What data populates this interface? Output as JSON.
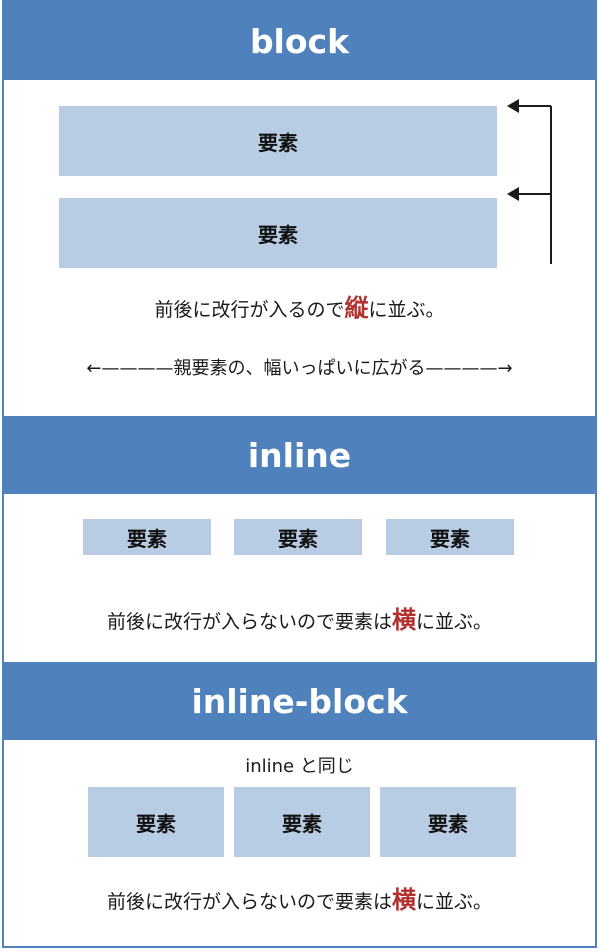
{
  "block": {
    "title": "block",
    "element_label": "要素",
    "caption_before": "前後に改行が入るので",
    "caption_emphasis": "縦",
    "caption_after": "に並ぶ。",
    "width_note": "←————親要素の、幅いっぱいに広がる————→"
  },
  "inline": {
    "title": "inline",
    "element_label": "要素",
    "caption_before": "前後に改行が入らないので要素は",
    "caption_emphasis": "横",
    "caption_after": "に並ぶ。"
  },
  "inline_block": {
    "title": "inline-block",
    "note": "inline と同じ",
    "element_label": "要素",
    "caption_before": "前後に改行が入らないので要素は",
    "caption_emphasis": "横",
    "caption_after": "に並ぶ。"
  },
  "colors": {
    "header": "#4f81bd",
    "box": "#b8cce4",
    "emphasis": "#b0312f"
  }
}
